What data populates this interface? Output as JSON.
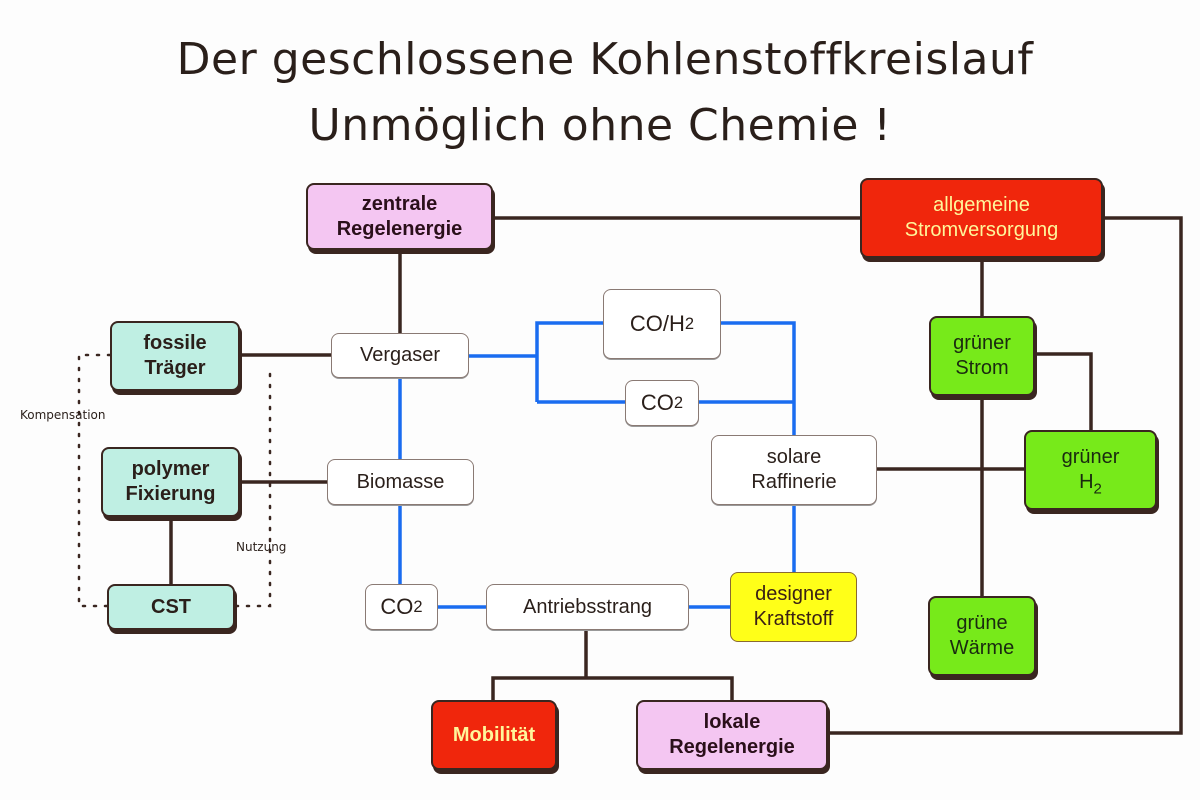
{
  "title": {
    "line1": "Der geschlossene Kohlenstoffkreislauf",
    "line2": "Unmöglich ohne Chemie !"
  },
  "colors": {
    "carbon_flow_line": "#1a6cf0",
    "energy_line": "#3a2620",
    "regelenergie": "#f4c6f2",
    "stromversorgung": "#f0260c",
    "fossil_polymer_cst": "#bfefe3",
    "green_energy": "#77ea1a",
    "designer_fuel": "#ffff18"
  },
  "nodes": {
    "zentrale_regelenergie": {
      "line1": "zentrale",
      "line2": "Regelenergie"
    },
    "allgemeine_stromversorgung": {
      "line1": "allgemeine",
      "line2": "Stromversorgung"
    },
    "fossile_traeger": {
      "line1": "fossile",
      "line2": "Träger"
    },
    "polymer_fixierung": {
      "line1": "polymer",
      "line2": "Fixierung"
    },
    "cst": {
      "label": "CST"
    },
    "vergaser": {
      "label": "Vergaser"
    },
    "biomasse": {
      "label": "Biomasse"
    },
    "co_h2": {
      "base": "CO/H",
      "sub": "2"
    },
    "co2_upper": {
      "base": "CO",
      "sub": "2"
    },
    "co2_lower": {
      "base": "CO",
      "sub": "2"
    },
    "solare_raffinerie": {
      "line1": "solare",
      "line2": "Raffinerie"
    },
    "antriebsstrang": {
      "label": "Antriebsstrang"
    },
    "designer_kraftstoff": {
      "line1": "designer",
      "line2": "Kraftstoff"
    },
    "gruener_strom": {
      "line1": "grüner",
      "line2": "Strom"
    },
    "gruener_h2": {
      "line1": "grüner",
      "base": "H",
      "sub": "2"
    },
    "gruene_waerme": {
      "line1": "grüne",
      "line2": "Wärme"
    },
    "mobilitaet": {
      "label": "Mobilität"
    },
    "lokale_regelenergie": {
      "line1": "lokale",
      "line2": "Regelenergie"
    }
  },
  "annotations": {
    "kompensation": "Kompensation",
    "nutzung": "Nutzung"
  }
}
